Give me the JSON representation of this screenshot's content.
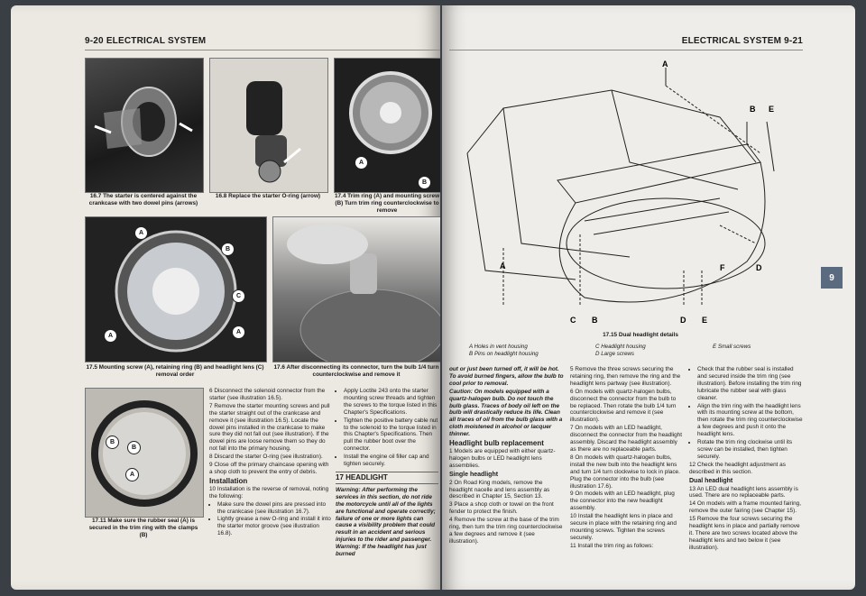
{
  "left_page": {
    "page_number": "9-20",
    "section_title": "ELECTRICAL SYSTEM",
    "captions": {
      "fig_16_7": "16.7 The starter is centered against the crankcase with two dowel pins (arrows)",
      "fig_16_8": "16.8 Replace the starter O-ring (arrow)",
      "fig_17_4": "17.4 Trim ring (A) and mounting screw (B) Turn trim ring counterclockwise to remove",
      "fig_17_5": "17.5 Mounting screw (A), retaining ring (B) and headlight lens (C) removal order",
      "fig_17_6": "17.6 After disconnecting its connector, turn the bulb 1/4 turn counterclockwise and remove it",
      "fig_17_11": "17.11 Make sure the rubber seal (A) is secured in the trim ring with the clamps (B)"
    },
    "callouts": {
      "a": "A",
      "b": "B",
      "c": "C"
    },
    "col1": {
      "p6": "6 Disconnect the solenoid connector from the starter (see illustration 16.5).",
      "p7": "7 Remove the starter mounting screws and pull the starter straight out of the crankcase and remove it (see illustration 16.5). Locate the dowel pins installed in the crankcase to make sure they did not fall out (see illustration). If the dowel pins are loose remove them so they do not fall into the primary housing.",
      "p8": "8 Discard the starter O-ring (see illustration).",
      "p9": "9 Close off the primary chaincase opening with a shop cloth to prevent the entry of debris.",
      "install_heading": "Installation",
      "p10": "10 Installation is the reverse of removal, noting the following:",
      "bullet1": "Make sure the dowel pins are pressed into the crankcase (see illustration 16.7).",
      "bullet2": "Lightly grease a new O-ring and install it into the starter motor groove (see illustration 16.8)."
    },
    "col2": {
      "bullet3": "Apply Loctite 243 onto the starter mounting screw threads and tighten the screws to the torque listed in this Chapter's Specifications.",
      "bullet4": "Tighten the positive battery cable nut to the solenoid to the torque listed in this Chapter's Specifications. Then pull the rubber boot over the connector.",
      "bullet5": "Install the engine oil filler cap and tighten securely.",
      "headlight_heading": "17 HEADLIGHT",
      "warning": "Warning: After performing the services in this section, do not ride the motorcycle until all of the lights are functional and operate correctly; failure of one or more lights can cause a visibility problem that could result in an accident and serious injuries to the rider and passenger. Warning: If the headlight has just burned"
    }
  },
  "right_page": {
    "page_number": "9-21",
    "section_title": "ELECTRICAL SYSTEM",
    "chapter_tab": "9",
    "diagram": {
      "caption": "17.15 Dual headlight details",
      "labels": [
        "A",
        "B",
        "E",
        "F",
        "D",
        "A",
        "C",
        "B",
        "D",
        "E"
      ],
      "legend": [
        "A Holes in vent housing",
        "B Pins on headlight housing",
        "C Headlight housing",
        "D Large screws",
        "E Small screws"
      ]
    },
    "col1": {
      "warn_cont": "out or just been turned off, it will be hot. To avoid burned fingers, allow the bulb to cool prior to removal.",
      "caution": "Caution: On models equipped with a quartz-halogen bulb. Do not touch the bulb glass. Traces of body oil left on the bulb will drastically reduce its life. Clean all traces of oil from the bulb glass with a cloth moistened in alcohol or lacquer thinner.",
      "h_replace": "Headlight bulb replacement",
      "p1": "1 Models are equipped with either quartz-halogen bulbs or LED headlight lens assemblies.",
      "h_single": "Single headlight",
      "p2": "2 On Road King models, remove the headlight nacelle and lens assembly as described in Chapter 15, Section 13.",
      "p3": "3 Place a shop cloth or towel on the front fender to protect the finish.",
      "p4": "4 Remove the screw at the base of the trim ring, then turn the trim ring counterclockwise a few degrees and remove it (see illustration)."
    },
    "col2": {
      "p5": "5 Remove the three screws securing the retaining ring, then remove the ring and the headlight lens partway (see illustration).",
      "p6": "6 On models with quartz-halogen bulbs, disconnect the connector from the bulb to be replaced. Then rotate the bulb 1/4 turn counterclockwise and remove it (see illustration).",
      "p7": "7 On models with an LED headlight, disconnect the connector from the headlight assembly. Discard the headlight assembly as there are no replaceable parts.",
      "p8": "8 On models with quartz-halogen bulbs, install the new bulb into the headlight lens and turn 1/4 turn clockwise to lock in place. Plug the connector into the bulb (see illustration 17.6).",
      "p9": "9 On models with an LED headlight, plug the connector into the new headlight assembly.",
      "p10": "10 Install the headlight lens in place and secure in place with the retaining ring and mounting screws. Tighten the screws securely.",
      "p11": "11 Install the trim ring as follows:"
    },
    "col3": {
      "b1": "Check that the rubber seal is installed and secured inside the trim ring (see illustration). Before installing the trim ring lubricate the rubber seal with glass cleaner.",
      "b2": "Align the trim ring with the headlight lens with its mounting screw at the bottom, then rotate the trim ring counterclockwise a few degrees and push it onto the headlight lens.",
      "b3": "Rotate the trim ring clockwise until its screw can be installed, then tighten securely.",
      "p12": "12 Check the headlight adjustment as described in this section.",
      "h_dual": "Dual headlight",
      "p13": "13 An LED dual headlight lens assembly is used. There are no replaceable parts.",
      "p14": "14 On models with a frame mounted fairing, remove the outer fairing (see Chapter 15).",
      "p15": "15 Remove the four screws securing the headlight lens in place and partially remove it. There are two screws located above the headlight lens and two below it (see illustration)."
    }
  }
}
